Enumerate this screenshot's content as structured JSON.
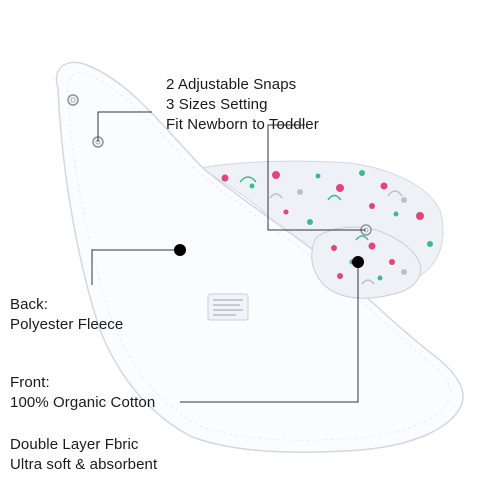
{
  "callouts": {
    "snaps": {
      "line1": "2 Adjustable Snaps",
      "line2": "3 Sizes Setting",
      "line3": "Fit Newborn to Toddler"
    },
    "back": {
      "line1": "Back:",
      "line2": "Polyester Fleece"
    },
    "front": {
      "line1": "Front:",
      "line2": "100% Organic Cotton"
    },
    "fabric": {
      "line1": "Double Layer Fbric",
      "line2": "Ultra soft & absorbent"
    }
  },
  "colors": {
    "background": "#ffffff",
    "bib_back": "#fbfcff",
    "bib_outline": "#d3d6e4",
    "floral_base": "#eef2f6",
    "floral_pink": "#e0457b",
    "floral_green": "#3dbb8d",
    "floral_grey": "#b9c2cc",
    "callout_line": "#333333",
    "callout_dot": "#000000"
  },
  "icons": [
    "snap-button-icon",
    "callout-dot-icon"
  ]
}
